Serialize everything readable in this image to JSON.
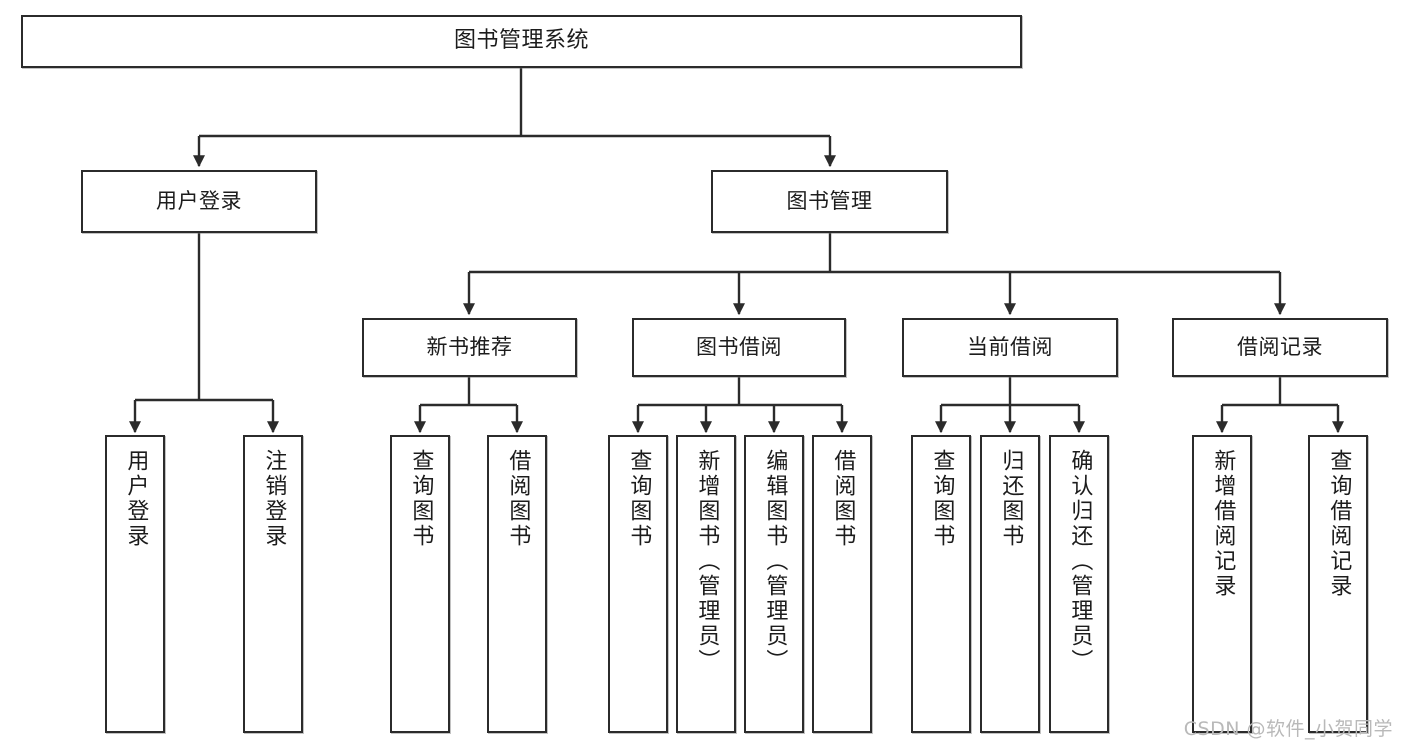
{
  "diagram": {
    "title": "图书管理系统",
    "type": "hierarchy-tree",
    "watermark": "CSDN @软件_小贺同学",
    "colors": {
      "node_border": "#2b2b2b",
      "node_fill": "#ffffff",
      "edge": "#2b2b2b",
      "text": "#1c1c1c",
      "watermark": "#b9b9b9"
    },
    "nodes": {
      "root": {
        "label": "图书管理系统"
      },
      "level2": [
        {
          "label": "用户登录"
        },
        {
          "label": "图书管理"
        }
      ],
      "level3": [
        {
          "label": "新书推荐"
        },
        {
          "label": "图书借阅"
        },
        {
          "label": "当前借阅"
        },
        {
          "label": "借阅记录"
        }
      ],
      "leaves": {
        "user_login": [
          {
            "label": "用户登录"
          },
          {
            "label": "注销登录"
          }
        ],
        "new_book_recommend": [
          {
            "label": "查询图书"
          },
          {
            "label": "借阅图书"
          }
        ],
        "book_borrow": [
          {
            "label": "查询图书"
          },
          {
            "label": "新增图书（管理员）"
          },
          {
            "label": "编辑图书（管理员）"
          },
          {
            "label": "借阅图书"
          }
        ],
        "current_borrow": [
          {
            "label": "查询图书"
          },
          {
            "label": "归还图书"
          },
          {
            "label": "确认归还（管理员）"
          }
        ],
        "borrow_record": [
          {
            "label": "新增借阅记录"
          },
          {
            "label": "查询借阅记录"
          }
        ]
      }
    }
  }
}
